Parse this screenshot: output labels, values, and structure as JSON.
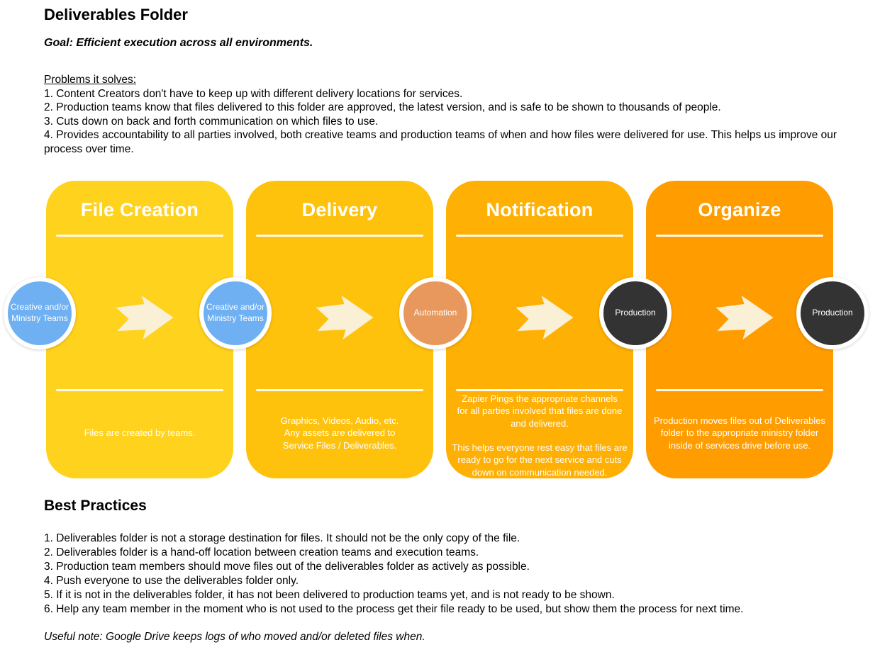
{
  "header": {
    "title": "Deliverables Folder",
    "goal": "Goal: Efficient execution across all environments.",
    "problems_heading": "Problems it solves:",
    "problems": [
      "1. Content Creators don't have to keep up with different delivery locations for services.",
      "2. Production teams know that files delivered to this folder are approved, the latest version, and is safe to be shown to thousands of people.",
      "3. Cuts down on back and forth communication on which files to use.",
      "4. Provides accountability to all parties involved, both creative teams and production teams of when and how files were delivered for use. This helps us improve our process over time."
    ]
  },
  "workflow": {
    "arrow_color": "#FAF0D6",
    "cards": [
      {
        "title": "File Creation",
        "color": "#FFD21E",
        "description": "Files are created by teams."
      },
      {
        "title": "Delivery",
        "color": "#FFC20C",
        "description": "Graphics, Videos, Audio, etc.\nAny assets are delivered to\nService Files / Deliverables."
      },
      {
        "title": "Notification",
        "color": "#FFB004",
        "description": "Zapier Pings the appropriate channels\nfor all parties involved that files are done\nand delivered.\n\nThis helps everyone rest easy that files are\nready to go for the next service and cuts\ndown on communication needed."
      },
      {
        "title": "Organize",
        "color": "#FF9D00",
        "description": "Production moves files out of Deliverables\nfolder to the appropriate ministry folder\ninside of services drive before use."
      }
    ],
    "nodes": [
      {
        "label": "Creative and/or\nMinistry Teams",
        "color": "#6FB0F2"
      },
      {
        "label": "Creative and/or\nMinistry Teams",
        "color": "#6FB0F2"
      },
      {
        "label": "Automation",
        "color": "#E8985C"
      },
      {
        "label": "Production",
        "color": "#333333"
      },
      {
        "label": "Production",
        "color": "#333333"
      }
    ]
  },
  "best_practices": {
    "heading": "Best Practices",
    "items": [
      "1. Deliverables folder is not a storage destination for files. It should not be the only copy of the file.",
      "2. Deliverables folder is a hand-off location between creation teams and execution teams.",
      "3. Production team members should move files out of the deliverables folder as actively as possible.",
      "4. Push everyone to use the deliverables folder only.",
      "5. If it is not in the deliverables folder, it has not been delivered to production teams yet, and is not ready to be shown.",
      "6. Help any team member in the moment who is not used to the process get their file ready to be used, but show them the process for next time."
    ],
    "note": "Useful note: Google Drive keeps logs of who moved and/or deleted files when."
  }
}
